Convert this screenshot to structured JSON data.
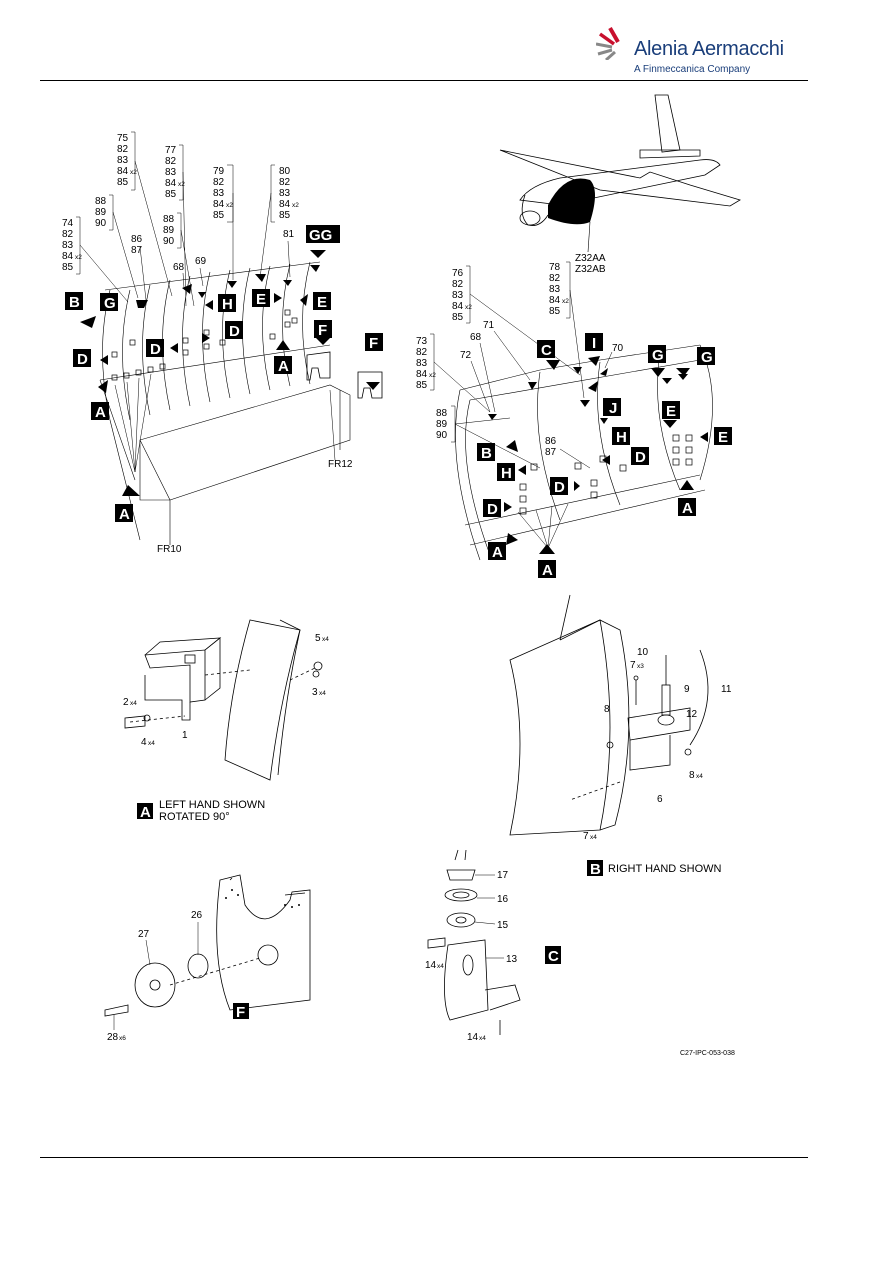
{
  "header": {
    "brand": "Alenia Aermacchi",
    "tagline": "A Finmeccanica Company"
  },
  "figure": {
    "aircraft_refs": [
      "Z32AA",
      "Z32AB"
    ],
    "frame_labels": [
      "FR12",
      "FR10"
    ],
    "left_callouts": [
      {
        "items": [
          "75",
          "82",
          "83",
          "84",
          "85"
        ],
        "qty_on": "84",
        "qty": "x2"
      },
      {
        "items": [
          "77",
          "82",
          "83",
          "84",
          "85"
        ],
        "qty_on": "84",
        "qty": "x2"
      },
      {
        "items": [
          "79",
          "82",
          "83",
          "84",
          "85"
        ],
        "qty_on": "84",
        "qty": "x2"
      },
      {
        "items": [
          "80",
          "82",
          "83",
          "84",
          "85"
        ],
        "qty_on": "84",
        "qty": "x2"
      },
      {
        "items": [
          "74",
          "82",
          "83",
          "84",
          "85"
        ],
        "qty_on": "84",
        "qty": "x2"
      },
      {
        "items": [
          "88",
          "89",
          "90"
        ]
      },
      {
        "items": [
          "88",
          "89",
          "90"
        ]
      },
      {
        "items": [
          "86",
          "87"
        ]
      }
    ],
    "left_singles": [
      "68",
      "69",
      "81"
    ],
    "right_callouts": [
      {
        "items": [
          "76",
          "82",
          "83",
          "84",
          "85"
        ],
        "qty_on": "84",
        "qty": "x2"
      },
      {
        "items": [
          "78",
          "82",
          "83",
          "84",
          "85"
        ],
        "qty_on": "84",
        "qty": "x2"
      },
      {
        "items": [
          "73",
          "82",
          "83",
          "84",
          "85"
        ],
        "qty_on": "84",
        "qty": "x2"
      },
      {
        "items": [
          "88",
          "89",
          "90"
        ]
      },
      {
        "items": [
          "86",
          "87"
        ]
      }
    ],
    "right_singles": [
      "71",
      "68",
      "72",
      "70"
    ],
    "view_letters": [
      "A",
      "B",
      "C",
      "D",
      "E",
      "F",
      "G",
      "H",
      "I",
      "J",
      "GG"
    ],
    "detail_a": {
      "letter": "A",
      "caption_line1": "LEFT HAND SHOWN",
      "caption_line2": "ROTATED 90°",
      "parts": [
        {
          "num": "5",
          "qty": "x4"
        },
        {
          "num": "2",
          "qty": "x4"
        },
        {
          "num": "3",
          "qty": "x4"
        },
        {
          "num": "4",
          "qty": "x4"
        },
        {
          "num": "1",
          "qty": ""
        }
      ]
    },
    "detail_b": {
      "letter": "B",
      "caption": "RIGHT HAND SHOWN",
      "parts": [
        {
          "num": "10",
          "qty": ""
        },
        {
          "num": "7",
          "qty": "x3"
        },
        {
          "num": "11",
          "qty": ""
        },
        {
          "num": "9",
          "qty": ""
        },
        {
          "num": "8",
          "qty": ""
        },
        {
          "num": "12",
          "qty": ""
        },
        {
          "num": "8",
          "qty": "x4"
        },
        {
          "num": "6",
          "qty": ""
        },
        {
          "num": "7",
          "qty": "x4"
        }
      ]
    },
    "detail_f": {
      "letter": "F",
      "parts": [
        {
          "num": "27",
          "qty": ""
        },
        {
          "num": "26",
          "qty": ""
        },
        {
          "num": "28",
          "qty": "x6"
        }
      ]
    },
    "detail_c": {
      "letter": "C",
      "parts": [
        {
          "num": "17",
          "qty": ""
        },
        {
          "num": "16",
          "qty": ""
        },
        {
          "num": "15",
          "qty": ""
        },
        {
          "num": "14",
          "qty": "x4"
        },
        {
          "num": "13",
          "qty": ""
        },
        {
          "num": "14",
          "qty": "x4"
        }
      ]
    },
    "figure_code": "C27-IPC-053-038"
  },
  "colors": {
    "brand": "#1a3e7a",
    "accent": "#c8102e"
  }
}
